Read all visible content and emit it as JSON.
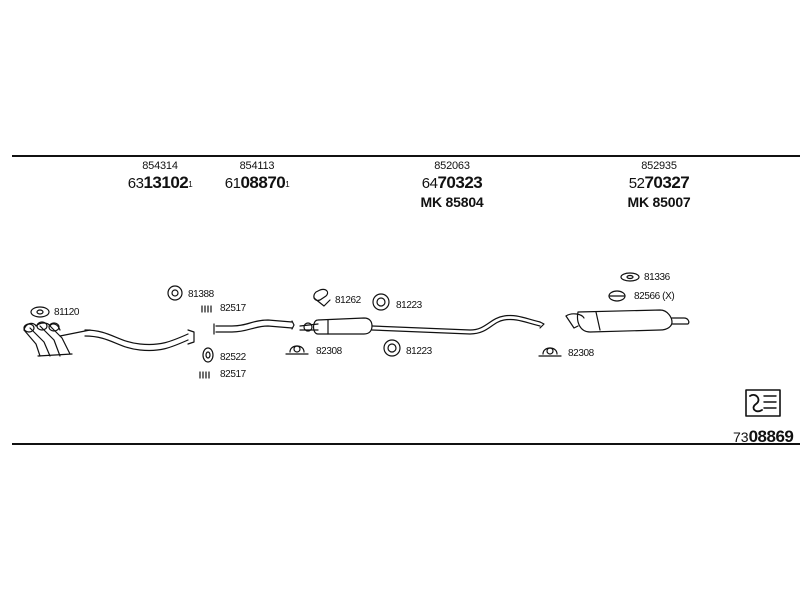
{
  "headers": [
    {
      "small": "854314",
      "prefix": "63",
      "main": "13102",
      "sup": "1",
      "mk": ""
    },
    {
      "small": "854113",
      "prefix": "61",
      "main": "08870",
      "sup": "1",
      "mk": ""
    },
    {
      "small": "852063",
      "prefix": "64",
      "main": "70323",
      "sup": "",
      "mk": "MK  85804"
    },
    {
      "small": "852935",
      "prefix": "52",
      "main": "70327",
      "sup": "",
      "mk": "MK  85007"
    }
  ],
  "parts": {
    "p81120": "81120",
    "p81388": "81388",
    "p82517a": "82517",
    "p82522": "82522",
    "p82517b": "82517",
    "p81262": "81262",
    "p81223a": "81223",
    "p82308a": "82308",
    "p81223b": "81223",
    "p81336": "81336",
    "p82566": "82566 (X)",
    "p82308b": "82308"
  },
  "footer": {
    "prefix": "73",
    "main": "08869"
  }
}
